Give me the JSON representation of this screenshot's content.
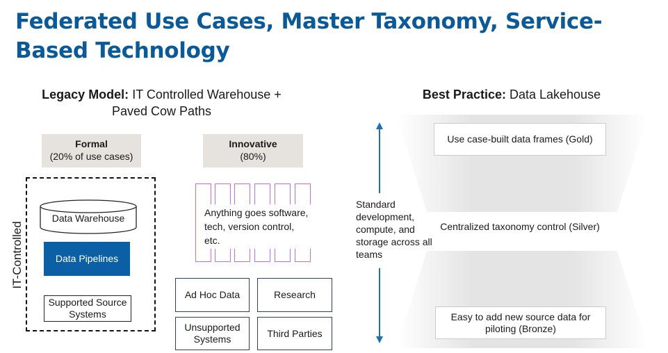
{
  "title": "Federated Use Cases, Master Taxonomy, Service-Based Technology",
  "legacy": {
    "heading_bold": "Legacy Model:",
    "heading_rest": "IT Controlled Warehouse +",
    "heading_line2": "Paved Cow Paths",
    "formal": {
      "label": "Formal",
      "sub": "(20% of use cases)"
    },
    "innovative": {
      "label": "Innovative",
      "sub": "(80%)"
    },
    "it_controlled_label": "IT-Controlled",
    "data_warehouse": "Data Warehouse",
    "data_pipelines": "Data Pipelines",
    "supported_sources": "Supported Source Systems",
    "anything_goes": "Anything goes software, tech, version control, etc.",
    "ad_hoc": "Ad Hoc Data",
    "research": "Research",
    "unsupported": "Unsupported Systems",
    "third_parties": "Third Parties"
  },
  "best": {
    "heading_bold": "Best Practice:",
    "heading_rest": "Data Lakehouse",
    "arrow_text": "Standard development, compute, and storage across all teams",
    "gold": "Use case-built data frames (Gold)",
    "silver": "Centralized taxonomy control (Silver)",
    "bronze": "Easy to add new source data for piloting (Bronze)"
  },
  "colors": {
    "title": "#0a5a99",
    "accent_blue": "#0b5fa5",
    "purple": "#c070d6",
    "gray_fill": "#e6e3df",
    "arrow": "#1f6fb5"
  }
}
